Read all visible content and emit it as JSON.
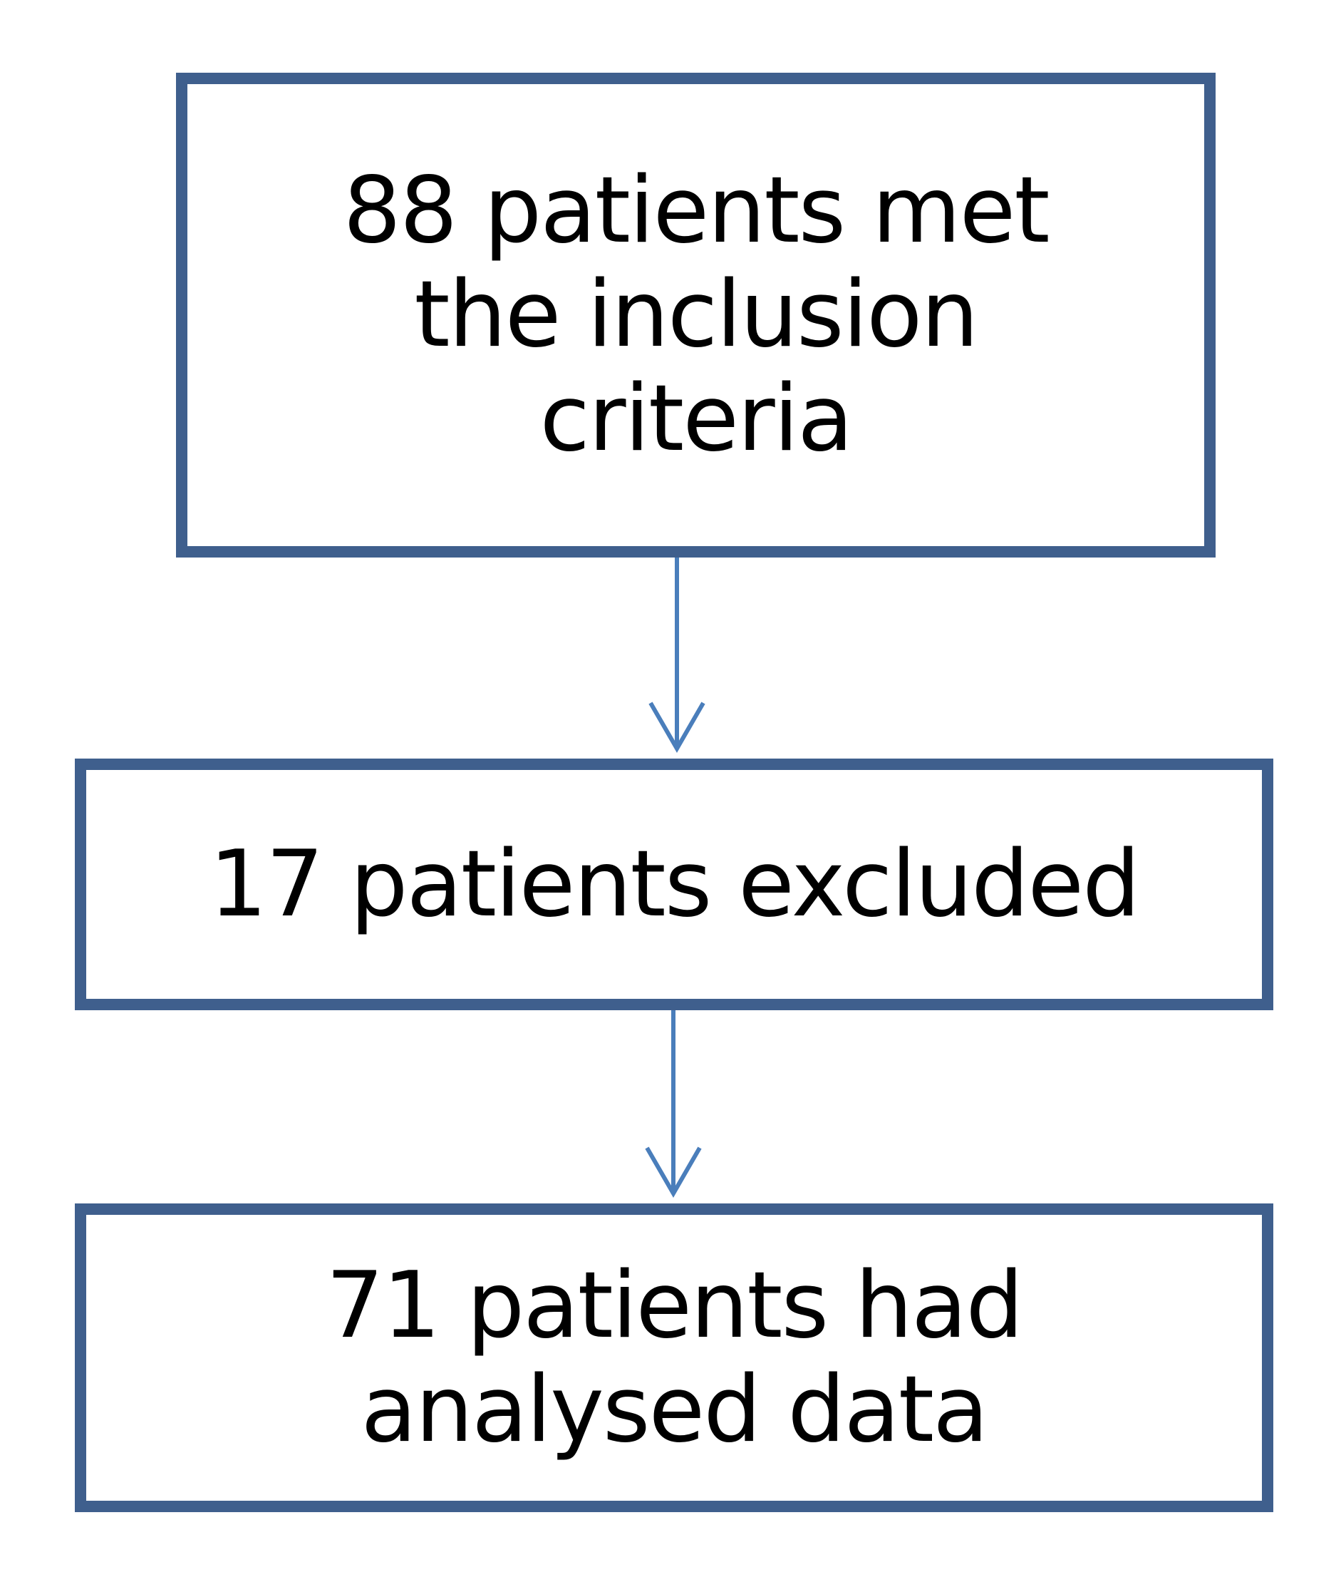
{
  "flowchart": {
    "nodes": [
      {
        "id": "included",
        "label": "88 patients met\nthe inclusion\ncriteria"
      },
      {
        "id": "excluded",
        "label": "17 patients excluded"
      },
      {
        "id": "analysed",
        "label": "71 patients had\nanalysed data"
      }
    ],
    "edges": [
      {
        "from": "included",
        "to": "excluded"
      },
      {
        "from": "excluded",
        "to": "analysed"
      }
    ],
    "colors": {
      "box_border": "#3f5f8d",
      "arrow": "#4a7ebb",
      "text": "#000000",
      "background": "#ffffff"
    }
  }
}
